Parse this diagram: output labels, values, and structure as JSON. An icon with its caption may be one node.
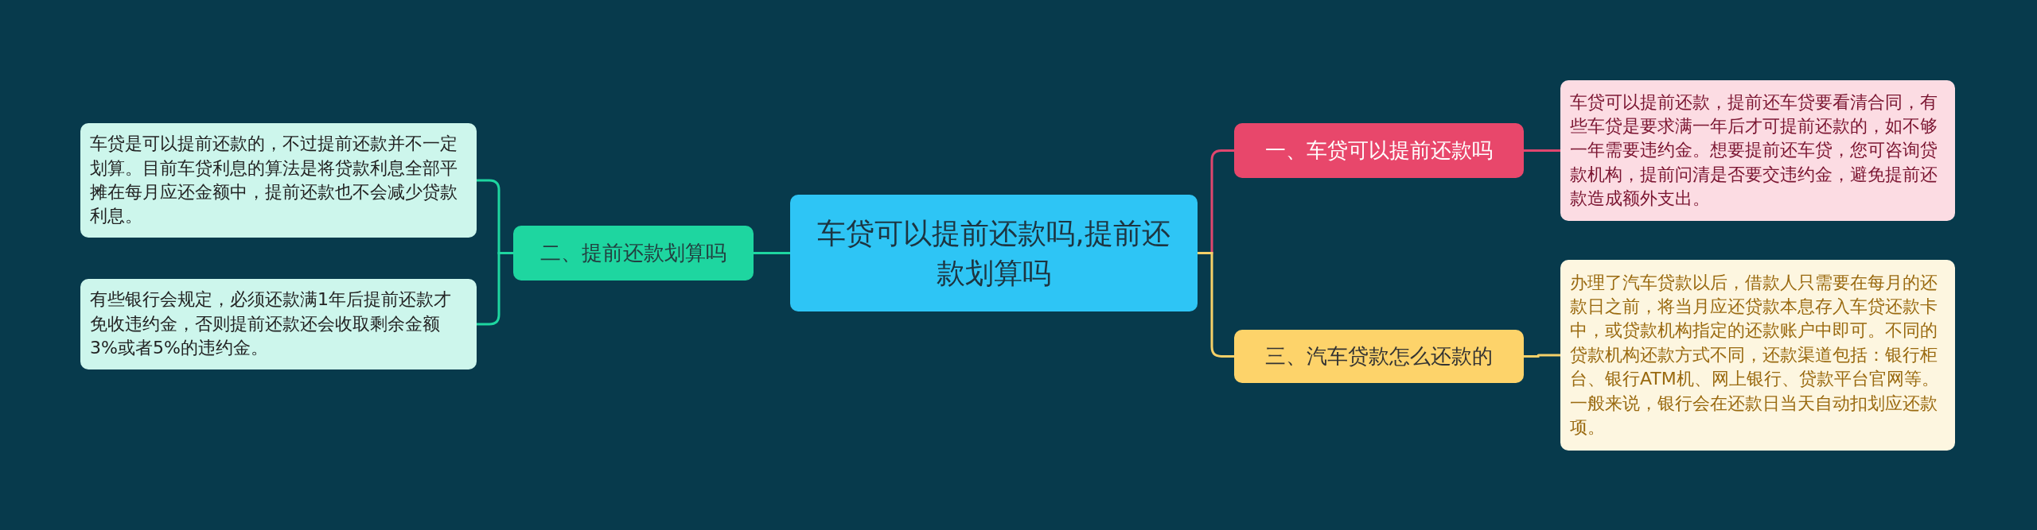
{
  "diagram": {
    "nodes": [
      {
        "text": [
          "车贷可以提前还款吗,提前还款划算吗"
        ]
      },
      {
        "text": [
          "一、车贷可以提前还款吗"
        ]
      },
      {
        "text": [
          "车贷可以提前还款，提前还车贷要看清合同，有些车贷是要求满一年后才可提前还款的，如不够一年需要违约金。想要提前还车贷，您可咨询贷款机构，提前问清是否要交违约金，避免提前还款造成额外支出。"
        ]
      },
      {
        "text": [
          "三、汽车贷款怎么还款的"
        ]
      },
      {
        "text": [
          "办理了汽车贷款以后，借款人只需要在每月的还款日之前，将当月应还贷款本息存入车贷还款卡中，或贷款机构指定的还款账户中即可。不同的贷款机构还款方式不同，还款渠道包括：银行柜台、银行ATM机、网上银行、贷款平台官网等。一般来说，银行会在还款日当天自动扣划应还款项。"
        ]
      },
      {
        "text": [
          "二、提前还款划算吗"
        ]
      },
      {
        "text": [
          "车贷是可以提前还款的，不过提前还款并不一定划算。目前车贷利息的算法是将贷款利息全部平摊在每月应还金额中，提前还款也不会减少贷款利息。"
        ]
      },
      {
        "text": [
          "有些银行会规定，必须还款满1年后提前还款才免收违约金，否则提前还款还会收取剩余金额3%或者5%的违约金。"
        ]
      }
    ],
    "edges": [
      {
        "from": 0,
        "to": 1,
        "arrow": "none",
        "color": "#e0466e"
      },
      {
        "from": 1,
        "to": 2,
        "arrow": "none",
        "color": "#e0466e"
      },
      {
        "from": 0,
        "to": 3,
        "arrow": "none",
        "color": "#f5d068"
      },
      {
        "from": 3,
        "to": 4,
        "arrow": "none",
        "color": "#f5d068"
      },
      {
        "from": 0,
        "to": 5,
        "arrow": "none",
        "color": "#1ed6a0"
      },
      {
        "from": 5,
        "to": 6,
        "arrow": "none",
        "color": "#1ed6a0"
      },
      {
        "from": 5,
        "to": 7,
        "arrow": "none",
        "color": "#1ed6a0"
      }
    ]
  }
}
